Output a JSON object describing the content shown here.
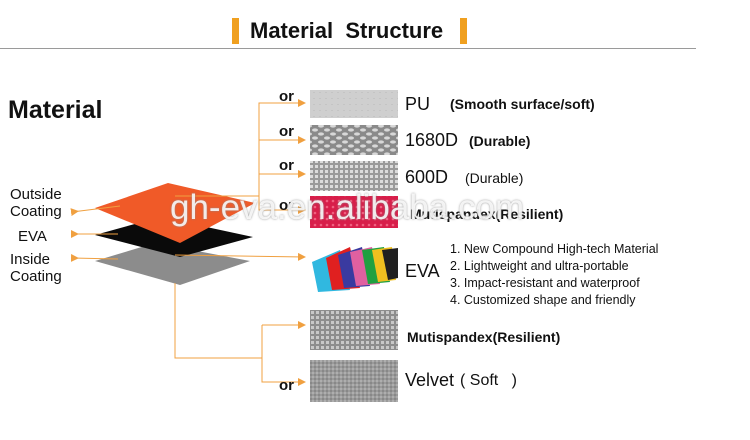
{
  "title": "Material  Structure",
  "material_heading": "Material",
  "layer_labels": {
    "outside_coating": "Outside\nCoating",
    "eva": "EVA",
    "inside_coating": "Inside\nCoating"
  },
  "or_label": "or",
  "materials": [
    {
      "name": "PU",
      "desc": "(Smooth surface/soft)"
    },
    {
      "name": "1680D",
      "desc": "(Durable)"
    },
    {
      "name": "600D",
      "desc": "(Durable)"
    },
    {
      "name": "",
      "desc": "Mutispandex(Resilient)"
    },
    {
      "name": "EVA",
      "desc": ""
    },
    {
      "name": "",
      "desc": "Mutispandex(Resilient)"
    },
    {
      "name": "Velvet",
      "desc": "( Soft   )"
    }
  ],
  "eva_features": [
    "1. New Compound High-tech Material",
    "2. Lightweight and ultra-portable",
    "3. Impact-resistant and waterproof",
    "4. Customized shape and friendly"
  ],
  "watermark": "gh-eva.en.alibaba.com",
  "colors": {
    "accent": "#f0a020",
    "line": "#f0a040",
    "outside_layer": "#f05a28",
    "eva_layer": "#0a0a0a",
    "inside_layer": "#8c8c8c"
  }
}
